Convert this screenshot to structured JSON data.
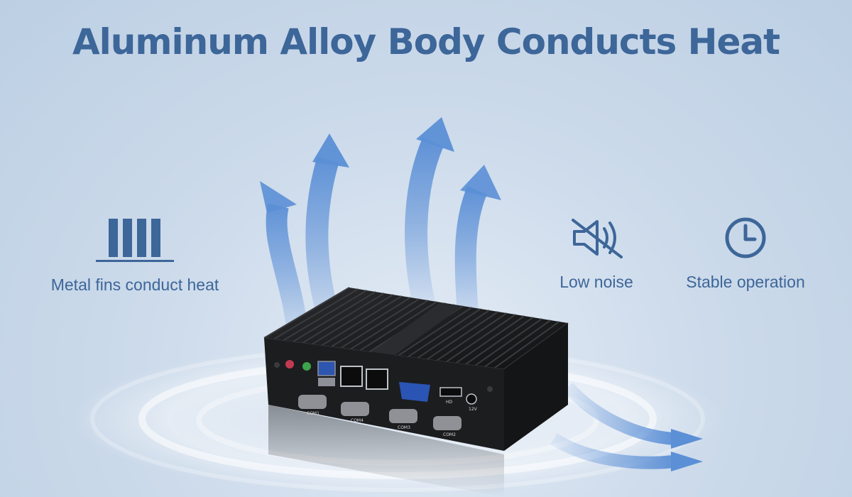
{
  "title": "Aluminum Alloy Body Conducts Heat",
  "features": [
    {
      "icon": "metal-fins-icon",
      "label": "Metal fins conduct heat"
    },
    {
      "icon": "muted-speaker-icon",
      "label": "Low noise"
    },
    {
      "icon": "clock-icon",
      "label": "Stable operation"
    }
  ],
  "colors": {
    "accent": "#3d6699",
    "arrow": "#5b8fd6",
    "background": "#cddbeb",
    "device": "#1c1d1f"
  },
  "ports": {
    "com1": "COM1",
    "com2": "COM2",
    "com3": "COM3",
    "com4": "COM4",
    "hd": "HD",
    "dc": "12V"
  }
}
